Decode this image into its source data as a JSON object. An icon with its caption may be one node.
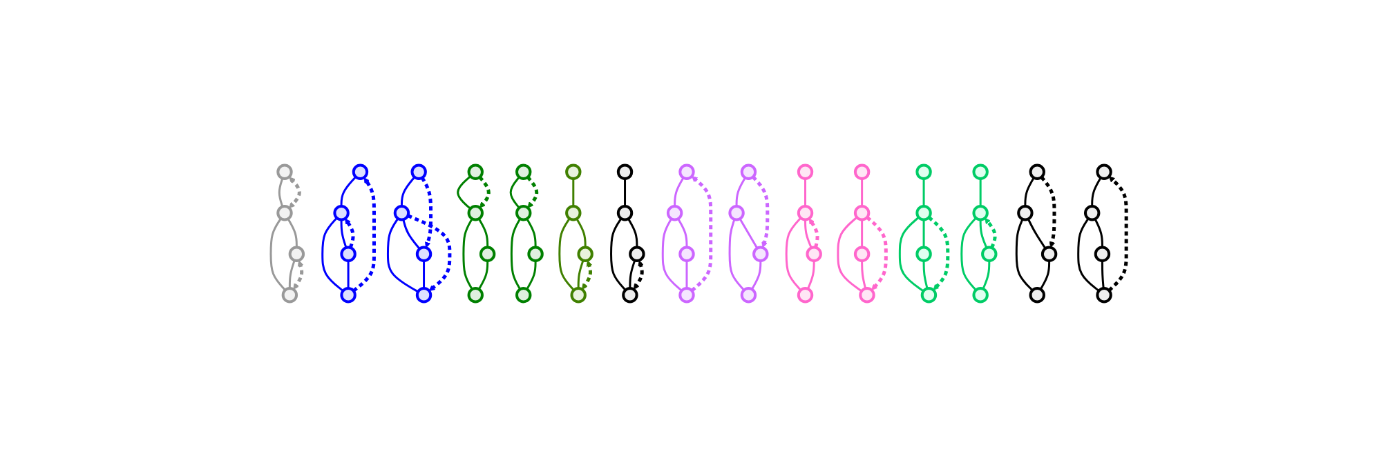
{
  "diagram": {
    "nodes": [
      {
        "text": [],
        "shape": "circle"
      },
      {
        "text": [],
        "shape": "circle"
      },
      {
        "text": [],
        "shape": "circle"
      },
      {
        "text": [],
        "shape": "circle"
      },
      {
        "text": [],
        "shape": "circle"
      },
      {
        "text": [],
        "shape": "circle"
      },
      {
        "text": [],
        "shape": "circle"
      },
      {
        "text": [],
        "shape": "circle"
      },
      {
        "text": [],
        "shape": "circle"
      },
      {
        "text": [],
        "shape": "circle"
      },
      {
        "text": [],
        "shape": "circle"
      },
      {
        "text": [],
        "shape": "circle"
      },
      {
        "text": [],
        "shape": "circle"
      },
      {
        "text": [],
        "shape": "circle"
      },
      {
        "text": [],
        "shape": "circle"
      },
      {
        "text": [],
        "shape": "circle"
      },
      {
        "text": [],
        "shape": "circle"
      },
      {
        "text": [],
        "shape": "circle"
      },
      {
        "text": [],
        "shape": "circle"
      },
      {
        "text": [],
        "shape": "circle"
      },
      {
        "text": [],
        "shape": "circle"
      },
      {
        "text": [],
        "shape": "circle"
      },
      {
        "text": [],
        "shape": "circle"
      },
      {
        "text": [],
        "shape": "circle"
      },
      {
        "text": [],
        "shape": "circle"
      },
      {
        "text": [],
        "shape": "circle"
      },
      {
        "text": [],
        "shape": "circle"
      },
      {
        "text": [],
        "shape": "circle"
      },
      {
        "text": [],
        "shape": "circle"
      },
      {
        "text": [],
        "shape": "circle"
      },
      {
        "text": [],
        "shape": "circle"
      },
      {
        "text": [],
        "shape": "circle"
      },
      {
        "text": [],
        "shape": "circle"
      },
      {
        "text": [],
        "shape": "circle"
      },
      {
        "text": [],
        "shape": "circle"
      },
      {
        "text": [],
        "shape": "circle"
      },
      {
        "text": [],
        "shape": "circle"
      },
      {
        "text": [],
        "shape": "circle"
      },
      {
        "text": [],
        "shape": "circle"
      },
      {
        "text": [],
        "shape": "circle"
      },
      {
        "text": [],
        "shape": "circle"
      },
      {
        "text": [],
        "shape": "circle"
      },
      {
        "text": [],
        "shape": "circle"
      },
      {
        "text": [],
        "shape": "circle"
      },
      {
        "text": [],
        "shape": "circle"
      },
      {
        "text": [],
        "shape": "circle"
      },
      {
        "text": [],
        "shape": "circle"
      },
      {
        "text": [],
        "shape": "circle"
      },
      {
        "text": [],
        "shape": "circle"
      },
      {
        "text": [],
        "shape": "circle"
      },
      {
        "text": [],
        "shape": "circle"
      },
      {
        "text": [],
        "shape": "circle"
      },
      {
        "text": [],
        "shape": "circle"
      },
      {
        "text": [],
        "shape": "circle"
      },
      {
        "text": [],
        "shape": "circle"
      },
      {
        "text": [],
        "shape": "circle"
      },
      {
        "text": [],
        "shape": "circle"
      },
      {
        "text": [],
        "shape": "circle"
      },
      {
        "text": [],
        "shape": "circle"
      },
      {
        "text": [],
        "shape": "circle"
      }
    ],
    "edges": [
      {
        "from": 0,
        "to": 1,
        "arrow": "none",
        "color": "#999999"
      },
      {
        "from": 1,
        "to": 2,
        "arrow": "none",
        "color": "#999999"
      },
      {
        "from": 1,
        "to": 3,
        "arrow": "none",
        "color": "#999999"
      },
      {
        "from": 2,
        "to": 3,
        "arrow": "none",
        "color": "#999999"
      },
      {
        "from": 0,
        "to": 1,
        "arrow": "both",
        "style": "dashed",
        "color": "#999999"
      },
      {
        "from": 2,
        "to": 3,
        "arrow": "both",
        "style": "dashed",
        "color": "#999999"
      },
      {
        "from": 4,
        "to": 5,
        "arrow": "none",
        "color": "#0000ff"
      },
      {
        "from": 5,
        "to": 6,
        "arrow": "none",
        "color": "#0000ff"
      },
      {
        "from": 5,
        "to": 7,
        "arrow": "none",
        "color": "#0000ff"
      },
      {
        "from": 6,
        "to": 7,
        "arrow": "none",
        "color": "#0000ff"
      },
      {
        "from": 6,
        "to": 5,
        "arrow": "to",
        "style": "dashed",
        "color": "#0000ff"
      },
      {
        "from": 7,
        "to": 4,
        "arrow": "to",
        "style": "dashed",
        "color": "#0000ff"
      },
      {
        "from": 8,
        "to": 9,
        "arrow": "none",
        "color": "#0000ff"
      },
      {
        "from": 9,
        "to": 10,
        "arrow": "none",
        "color": "#0000ff"
      },
      {
        "from": 9,
        "to": 11,
        "arrow": "none",
        "color": "#0000ff"
      },
      {
        "from": 10,
        "to": 11,
        "arrow": "none",
        "color": "#0000ff"
      },
      {
        "from": 8,
        "to": 10,
        "arrow": "to",
        "style": "dashed",
        "color": "#0000ff"
      },
      {
        "from": 9,
        "to": 11,
        "arrow": "to",
        "style": "dashed",
        "color": "#0000ff"
      },
      {
        "from": 12,
        "to": 13,
        "arrow": "none",
        "color": "#008000"
      },
      {
        "from": 13,
        "to": 14,
        "arrow": "none",
        "color": "#008000"
      },
      {
        "from": 13,
        "to": 15,
        "arrow": "none",
        "color": "#008000"
      },
      {
        "from": 14,
        "to": 15,
        "arrow": "none",
        "color": "#008000"
      },
      {
        "from": 12,
        "to": 13,
        "arrow": "to",
        "style": "dashed",
        "color": "#008000"
      },
      {
        "from": 16,
        "to": 17,
        "arrow": "none",
        "color": "#008000"
      },
      {
        "from": 17,
        "to": 18,
        "arrow": "none",
        "color": "#008000"
      },
      {
        "from": 17,
        "to": 19,
        "arrow": "none",
        "color": "#008000"
      },
      {
        "from": 18,
        "to": 19,
        "arrow": "none",
        "color": "#008000"
      },
      {
        "from": 16,
        "to": 17,
        "arrow": "to",
        "style": "dashed",
        "color": "#008000"
      },
      {
        "from": 20,
        "to": 21,
        "arrow": "none",
        "color": "#408000"
      },
      {
        "from": 21,
        "to": 22,
        "arrow": "none",
        "color": "#408000"
      },
      {
        "from": 21,
        "to": 23,
        "arrow": "none",
        "color": "#408000"
      },
      {
        "from": 22,
        "to": 23,
        "arrow": "none",
        "color": "#408000"
      },
      {
        "from": 22,
        "to": 23,
        "arrow": "both",
        "style": "dashed",
        "color": "#408000"
      },
      {
        "from": 24,
        "to": 25,
        "arrow": "none"
      },
      {
        "from": 25,
        "to": 26,
        "arrow": "none"
      },
      {
        "from": 25,
        "to": 27,
        "arrow": "none"
      },
      {
        "from": 26,
        "to": 27,
        "arrow": "none"
      },
      {
        "from": 26,
        "to": 27,
        "arrow": "both",
        "style": "dashed"
      },
      {
        "from": 28,
        "to": 29,
        "arrow": "none",
        "color": "#cc66ff"
      },
      {
        "from": 29,
        "to": 30,
        "arrow": "none",
        "color": "#cc66ff"
      },
      {
        "from": 29,
        "to": 31,
        "arrow": "none",
        "color": "#cc66ff"
      },
      {
        "from": 30,
        "to": 31,
        "arrow": "none",
        "color": "#cc66ff"
      },
      {
        "from": 31,
        "to": 28,
        "arrow": "to",
        "style": "dashed",
        "color": "#cc66ff"
      },
      {
        "from": 32,
        "to": 33,
        "arrow": "none",
        "color": "#cc66ff"
      },
      {
        "from": 33,
        "to": 34,
        "arrow": "none",
        "color": "#cc66ff"
      },
      {
        "from": 33,
        "to": 35,
        "arrow": "none",
        "color": "#cc66ff"
      },
      {
        "from": 34,
        "to": 35,
        "arrow": "none",
        "color": "#cc66ff"
      },
      {
        "from": 32,
        "to": 34,
        "arrow": "to",
        "style": "dashed",
        "color": "#cc66ff"
      },
      {
        "from": 36,
        "to": 37,
        "arrow": "none",
        "color": "#ff66cc"
      },
      {
        "from": 37,
        "to": 38,
        "arrow": "none",
        "color": "#ff66cc"
      },
      {
        "from": 37,
        "to": 39,
        "arrow": "none",
        "color": "#ff66cc"
      },
      {
        "from": 38,
        "to": 39,
        "arrow": "none",
        "color": "#ff66cc"
      },
      {
        "from": 38,
        "to": 37,
        "arrow": "to",
        "style": "dashed",
        "color": "#ff66cc"
      },
      {
        "from": 40,
        "to": 41,
        "arrow": "none",
        "color": "#ff66cc"
      },
      {
        "from": 41,
        "to": 42,
        "arrow": "none",
        "color": "#ff66cc"
      },
      {
        "from": 41,
        "to": 43,
        "arrow": "none",
        "color": "#ff66cc"
      },
      {
        "from": 42,
        "to": 43,
        "arrow": "none",
        "color": "#ff66cc"
      },
      {
        "from": 41,
        "to": 43,
        "arrow": "to",
        "style": "dashed",
        "color": "#ff66cc"
      },
      {
        "from": 44,
        "to": 45,
        "arrow": "none",
        "color": "#00cc66"
      },
      {
        "from": 45,
        "to": 46,
        "arrow": "none",
        "color": "#00cc66"
      },
      {
        "from": 45,
        "to": 47,
        "arrow": "none",
        "color": "#00cc66"
      },
      {
        "from": 46,
        "to": 47,
        "arrow": "none",
        "color": "#00cc66"
      },
      {
        "from": 45,
        "to": 47,
        "arrow": "to",
        "style": "dashed",
        "color": "#00cc66"
      },
      {
        "from": 48,
        "to": 49,
        "arrow": "none",
        "color": "#00cc66"
      },
      {
        "from": 49,
        "to": 50,
        "arrow": "none",
        "color": "#00cc66"
      },
      {
        "from": 49,
        "to": 51,
        "arrow": "none",
        "color": "#00cc66"
      },
      {
        "from": 50,
        "to": 51,
        "arrow": "none",
        "color": "#00cc66"
      },
      {
        "from": 50,
        "to": 49,
        "arrow": "to",
        "style": "dashed",
        "color": "#00cc66"
      },
      {
        "from": 52,
        "to": 53,
        "arrow": "none"
      },
      {
        "from": 53,
        "to": 54,
        "arrow": "none"
      },
      {
        "from": 53,
        "to": 55,
        "arrow": "none"
      },
      {
        "from": 54,
        "to": 55,
        "arrow": "none"
      },
      {
        "from": 52,
        "to": 54,
        "arrow": "to",
        "style": "dashed"
      },
      {
        "from": 56,
        "to": 57,
        "arrow": "none"
      },
      {
        "from": 57,
        "to": 58,
        "arrow": "none"
      },
      {
        "from": 57,
        "to": 59,
        "arrow": "none"
      },
      {
        "from": 58,
        "to": 59,
        "arrow": "none"
      },
      {
        "from": 59,
        "to": 56,
        "arrow": "to",
        "style": "dashed"
      }
    ]
  }
}
